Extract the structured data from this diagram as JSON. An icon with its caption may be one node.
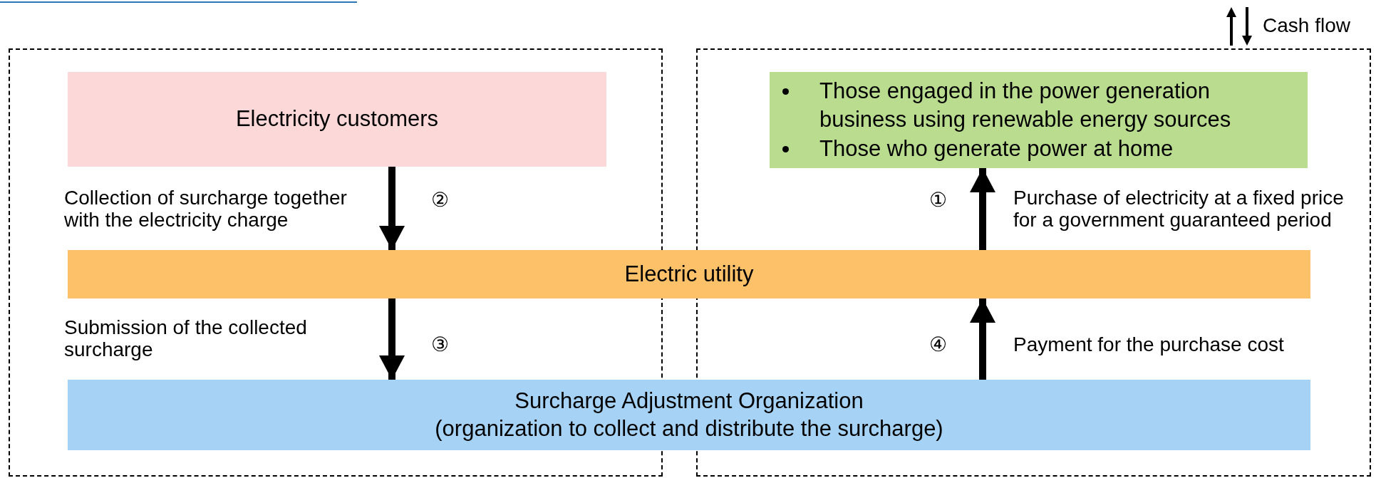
{
  "diagram": {
    "nodes": [
      {
        "text": [],
        "shape": "box"
      },
      {
        "text": [],
        "shape": "box"
      },
      {
        "text": [
          "Electricity customers"
        ],
        "in": 0
      },
      {
        "text": [
          "Those engaged in the power generation business using renewable energy sources",
          "Those who generate power at home"
        ],
        "in": 1
      },
      {
        "text": [
          "Electric utility"
        ]
      },
      {
        "text": [
          "Surcharge Adjustment Organization",
          "(organization to collect and distribute the surcharge)"
        ]
      }
    ],
    "edges": [
      {
        "from": 4,
        "to": 3,
        "arrow": "to",
        "label": "①"
      },
      {
        "from": 2,
        "to": 4,
        "arrow": "to",
        "label": "②"
      },
      {
        "from": 4,
        "to": 5,
        "arrow": "to",
        "label": "③"
      },
      {
        "from": 5,
        "to": 4,
        "arrow": "to",
        "label": "④"
      }
    ],
    "labels": [
      "Collection of surcharge together with the electricity charge",
      "Purchase of electricity at a fixed price for a government guaranteed period",
      "Submission of the collected surcharge",
      "Payment for the purchase cost"
    ],
    "legend": [
      {
        "text": "Cash flow"
      }
    ]
  }
}
